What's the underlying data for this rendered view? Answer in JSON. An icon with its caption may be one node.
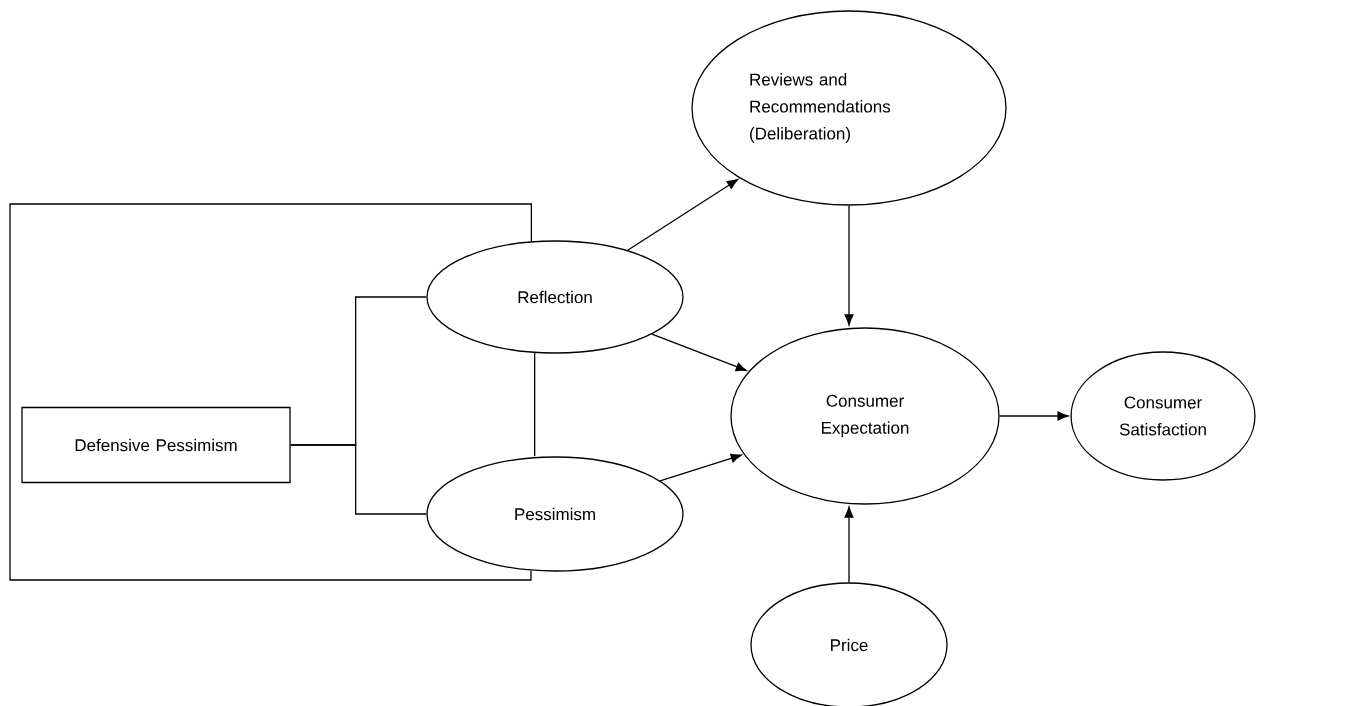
{
  "diagram": {
    "nodes": [
      {
        "text": [
          "Defensive Pessimism"
        ]
      },
      {
        "text": [
          "Reviews and Recommendations (Deliberation)"
        ]
      },
      {
        "text": [
          "Reflection"
        ]
      },
      {
        "text": [
          "Consumer Expectation"
        ]
      },
      {
        "text": [
          "Consumer Satisfaction"
        ]
      },
      {
        "text": [
          "Pessimism"
        ]
      },
      {
        "text": [
          "Price"
        ]
      }
    ],
    "edges": [
      {
        "from": 0,
        "to": 2,
        "arrow": "none"
      },
      {
        "from": 0,
        "to": 5,
        "arrow": "none"
      },
      {
        "from": 2,
        "to": 5,
        "arrow": "none"
      },
      {
        "from": 2,
        "to": 5,
        "arrow": "none"
      },
      {
        "from": 2,
        "to": 1,
        "arrow": "to"
      },
      {
        "from": 2,
        "to": 3,
        "arrow": "to"
      },
      {
        "from": 5,
        "to": 3,
        "arrow": "to"
      },
      {
        "from": 1,
        "to": 3,
        "arrow": "to"
      },
      {
        "from": 6,
        "to": 3,
        "arrow": "to"
      },
      {
        "from": 3,
        "to": 4,
        "arrow": "to"
      }
    ]
  }
}
